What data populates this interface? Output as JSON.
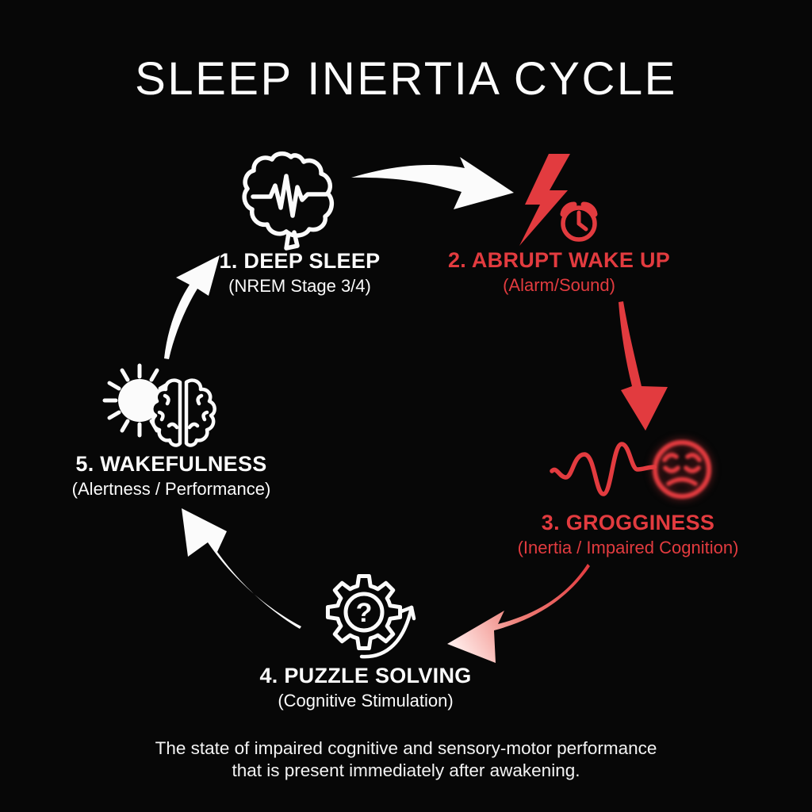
{
  "title": "SLEEP INERTIA CYCLE",
  "colors": {
    "background": "#070707",
    "red": "#e23b3f",
    "white": "#fbfbfb",
    "arrow_gradient": [
      "#e23b3f",
      "#ffe9e7"
    ]
  },
  "stages": [
    {
      "label": "1. DEEP SLEEP",
      "sublabel": "(NREM Stage 3/4)",
      "icon": "brain-eeg-icon",
      "color": "white"
    },
    {
      "label": "2. ABRUPT WAKE UP",
      "sublabel": "(Alarm/Sound)",
      "icon": "lightning-alarm-clock-icon",
      "color": "red"
    },
    {
      "label": "3. GROGGINESS",
      "sublabel": "(Inertia / Impaired Cognition)",
      "icon": "wave-sad-face-icon",
      "color": "red"
    },
    {
      "label": "4. PUZZLE SOLVING",
      "sublabel": "(Cognitive Stimulation)",
      "icon": "gear-question-icon",
      "color": "white"
    },
    {
      "label": "5. WAKEFULNESS",
      "sublabel": "(Alertness / Performance)",
      "icon": "sun-brain-icon",
      "color": "white"
    }
  ],
  "question_mark": "?",
  "footer": {
    "line1": "The state of impaired cognitive and sensory-motor performance",
    "line2": "that is present immediately after awakening."
  }
}
